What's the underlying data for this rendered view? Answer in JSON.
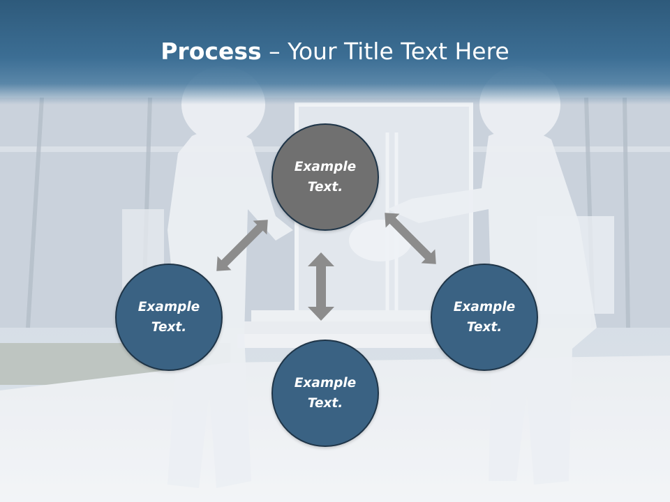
{
  "slide": {
    "title_bold": "Process",
    "title_rest": " – Your Title Text Here"
  },
  "diagram": {
    "nodes": [
      {
        "id": "top",
        "line1": "Example",
        "line2": "Text.",
        "fill": "#707070"
      },
      {
        "id": "left",
        "line1": "Example",
        "line2": "Text.",
        "fill": "#3a6283"
      },
      {
        "id": "right",
        "line1": "Example",
        "line2": "Text.",
        "fill": "#3a6283"
      },
      {
        "id": "bottom",
        "line1": "Example",
        "line2": "Text.",
        "fill": "#3a6283"
      }
    ],
    "arrow_color": "#8c8c8c"
  },
  "colors": {
    "header": "#3c6e94",
    "node_blue": "#3a6283",
    "node_gray": "#707070",
    "node_border": "#1f3548"
  }
}
